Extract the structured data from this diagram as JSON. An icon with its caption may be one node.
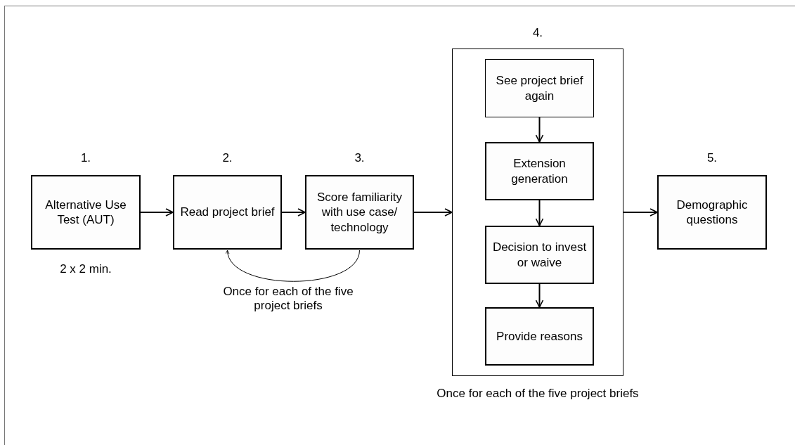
{
  "diagram": {
    "nodes": [
      {
        "text": [
          "1.",
          "Alternative Use Test (AUT)"
        ],
        "beside": [
          "2 x 2 min."
        ]
      },
      {
        "text": [
          "2.",
          "Read project brief"
        ]
      },
      {
        "text": [
          "3.",
          "Score familiarity with use case/ technology"
        ]
      },
      {
        "text": [
          "4."
        ],
        "beside": [
          "Once for each of the five project briefs"
        ]
      },
      {
        "text": [
          "See project brief again"
        ],
        "in": 3
      },
      {
        "text": [
          "Extension generation"
        ],
        "in": 3
      },
      {
        "text": [
          "Decision to invest or waive"
        ],
        "in": 3
      },
      {
        "text": [
          "Provide reasons"
        ],
        "in": 3
      },
      {
        "text": [
          "5.",
          "Demographic questions"
        ]
      }
    ],
    "edges": [
      {
        "from": 0,
        "to": 1,
        "arrow": "to"
      },
      {
        "from": 1,
        "to": 2,
        "arrow": "to"
      },
      {
        "from": 2,
        "to": 1,
        "arrow": "to",
        "label": "Once for each of the five project briefs"
      },
      {
        "from": 2,
        "to": 3,
        "arrow": "to"
      },
      {
        "from": 4,
        "to": 5,
        "arrow": "to"
      },
      {
        "from": 5,
        "to": 6,
        "arrow": "to"
      },
      {
        "from": 6,
        "to": 7,
        "arrow": "to"
      },
      {
        "from": 3,
        "to": 8,
        "arrow": "to"
      }
    ]
  }
}
